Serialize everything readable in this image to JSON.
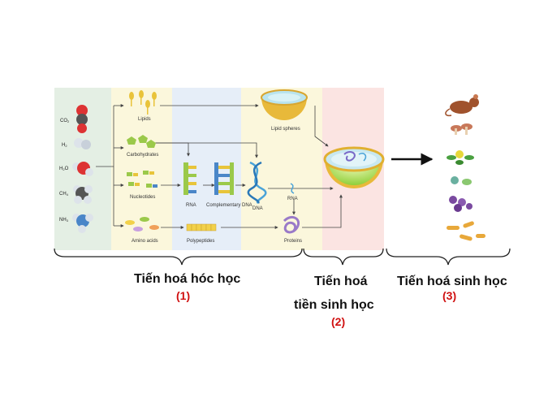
{
  "molecules": [
    "CO2",
    "H2",
    "H2O",
    "CH4",
    "NH3"
  ],
  "chem_labels": {
    "lipids": "Lipids",
    "lipid_spheres": "Lipid spheres",
    "carbohydrates": "Carbohydrates",
    "nucleotides": "Nucleotides",
    "rna": "RNA",
    "complementary_dna": "Complementary DNA",
    "dna": "DNA",
    "rna2": "RNA",
    "amino_acids": "Amino acids",
    "polypeptides": "Polypeptides",
    "proteins": "Proteins"
  },
  "stages": [
    {
      "title": "Tiến hoá hóc học",
      "number": "(1)"
    },
    {
      "title_line1": "Tiến hoá",
      "title_line2": "tiền sinh học",
      "number": "(2)"
    },
    {
      "title": "Tiến hoá sinh học",
      "number": "(3)"
    }
  ],
  "colors": {
    "panel_green": "#e4efe4",
    "panel_yellow": "#fbf7dc",
    "panel_blue": "#e6eef8",
    "panel_pink": "#fbe4e2",
    "number_red": "#d01010"
  }
}
